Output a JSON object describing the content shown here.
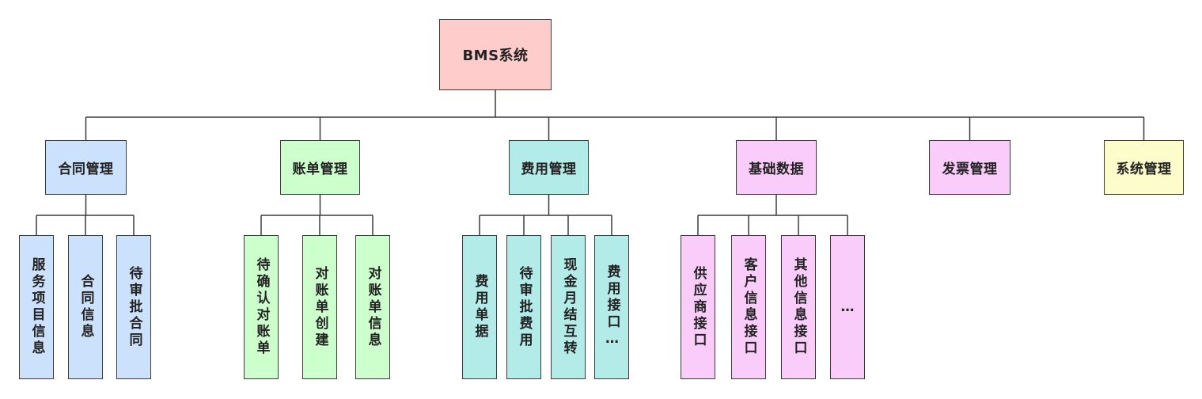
{
  "root": {
    "label": "BMS系统",
    "color": "#ffcccc"
  },
  "categories": [
    {
      "label": "合同管理",
      "color": "#cce1fb",
      "children": [
        "服务项目信息",
        "合同信息",
        "待审批合同"
      ]
    },
    {
      "label": "账单管理",
      "color": "#ccffcc",
      "children": [
        "待确认对账单",
        "对账单创建",
        "对账单信息"
      ]
    },
    {
      "label": "费用管理",
      "color": "#b3ebe9",
      "children": [
        "费用单据",
        "待审批费用",
        "现金月结互转",
        "费用接口…"
      ]
    },
    {
      "label": "基础数据",
      "color": "#f9ccfa",
      "children": [
        "供应商接口",
        "客户信息接口",
        "其他信息接口",
        "…"
      ]
    },
    {
      "label": "发票管理",
      "color": "#f9ccfa",
      "children": []
    },
    {
      "label": "系统管理",
      "color": "#fdfdcc",
      "children": []
    }
  ]
}
